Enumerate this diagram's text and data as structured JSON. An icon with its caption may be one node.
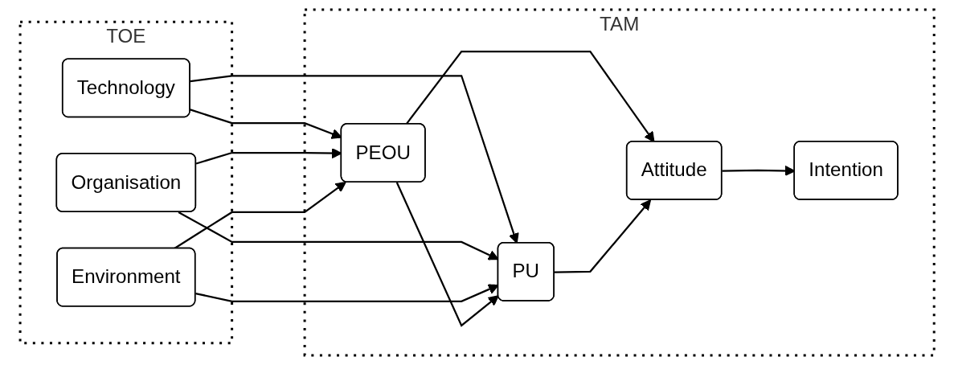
{
  "diagram": {
    "nodes": [
      {
        "text": [
          "TOE"
        ]
      },
      {
        "text": [
          "Technology"
        ],
        "in": 0
      },
      {
        "text": [
          "Organisation"
        ],
        "in": 0
      },
      {
        "text": [
          "Environment"
        ],
        "in": 0
      },
      {
        "text": [
          "TAM"
        ]
      },
      {
        "text": [
          "PEOU"
        ],
        "in": 4
      },
      {
        "text": [
          "PU"
        ],
        "in": 4
      },
      {
        "text": [
          "Attitude"
        ],
        "in": 4
      },
      {
        "text": [
          "Intention"
        ],
        "in": 4
      }
    ],
    "edges": [
      {
        "from": 1,
        "to": 5,
        "arrow": "to"
      },
      {
        "from": 1,
        "to": 6,
        "arrow": "to"
      },
      {
        "from": 2,
        "to": 5,
        "arrow": "to"
      },
      {
        "from": 2,
        "to": 6,
        "arrow": "to"
      },
      {
        "from": 3,
        "to": 5,
        "arrow": "to"
      },
      {
        "from": 3,
        "to": 6,
        "arrow": "to"
      },
      {
        "from": 5,
        "to": 6,
        "arrow": "to"
      },
      {
        "from": 5,
        "to": 7,
        "arrow": "to"
      },
      {
        "from": 6,
        "to": 7,
        "arrow": "to"
      },
      {
        "from": 7,
        "to": 8,
        "arrow": "to"
      }
    ]
  }
}
